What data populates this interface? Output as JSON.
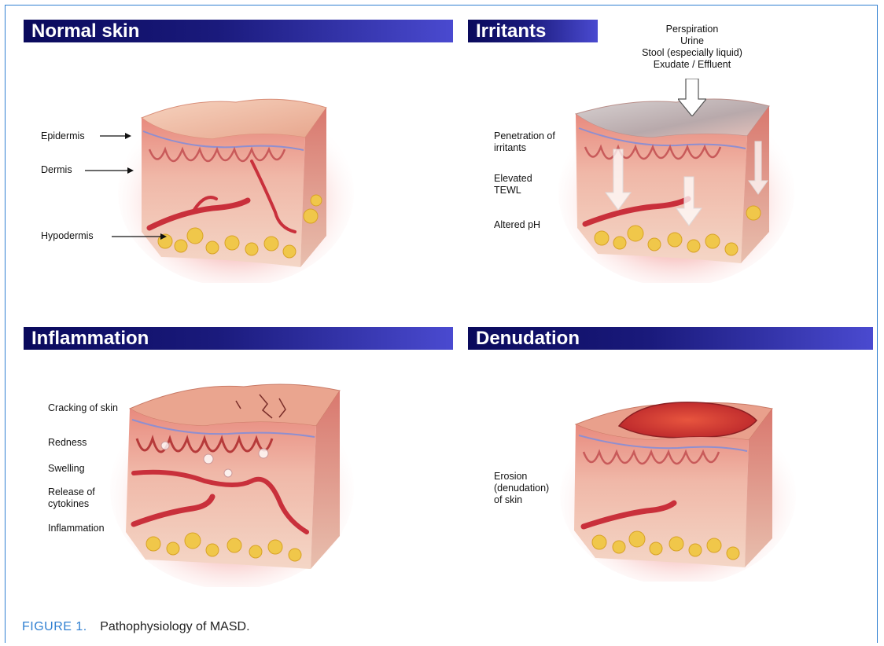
{
  "panels": {
    "normal": {
      "title": "Normal skin",
      "labels": [
        "Epidermis",
        "Dermis",
        "Hypodermis"
      ]
    },
    "irritants": {
      "title": "Irritants",
      "sources": [
        "Perspiration",
        "Urine",
        "Stool (especially liquid)",
        "Exudate / Effluent"
      ],
      "labels": [
        "Penetration of irritants",
        "Elevated TEWL",
        "Altered pH"
      ]
    },
    "inflammation": {
      "title": "Inflammation",
      "labels": [
        "Cracking of skin",
        "Redness",
        "Swelling",
        "Release of cytokines",
        "Inflammation"
      ]
    },
    "denudation": {
      "title": "Denudation",
      "labels": [
        "Erosion (denudation) of skin"
      ]
    }
  },
  "caption": {
    "figure": "FIGURE 1.",
    "text": "Pathophysiology of MASD."
  },
  "colors": {
    "banner": "#1a1a7c",
    "frame": "#2f7fd1",
    "skin_surface": "#f2c1a6",
    "dermis": "#e99a8a",
    "fat": "#f0c74a",
    "vessel": "#c9303b"
  }
}
